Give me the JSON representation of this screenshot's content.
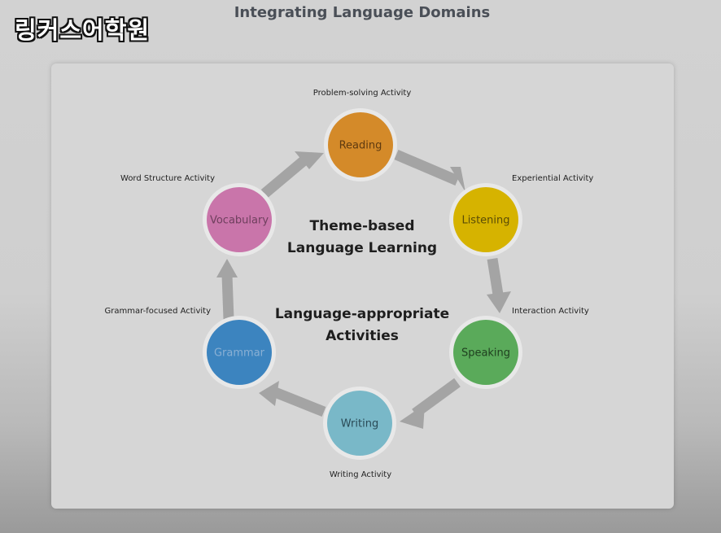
{
  "watermark": "링커스어학원",
  "title": "Integrating Language Domains",
  "center": {
    "line1": "Theme-based",
    "line2": "Language Learning",
    "line3": "Language-appropriate",
    "line4": "Activities"
  },
  "nodes": [
    {
      "label": "Reading",
      "activity": "Problem-solving Activity",
      "color": "#d48a29",
      "text_color": "#5e3a10"
    },
    {
      "label": "Listening",
      "activity": "Experiential Activity",
      "color": "#d6b300",
      "text_color": "#5a4c06"
    },
    {
      "label": "Speaking",
      "activity": "Interaction Activity",
      "color": "#5aaa5a",
      "text_color": "#1f3f1f"
    },
    {
      "label": "Writing",
      "activity": "Writing Activity",
      "color": "#79b8c8",
      "text_color": "#2a4a56"
    },
    {
      "label": "Grammar",
      "activity": "Grammar-focused Activity",
      "color": "#3c84bf",
      "text_color": "#8ab0d4"
    },
    {
      "label": "Vocabulary",
      "activity": "Word Structure Activity",
      "color": "#c975aa",
      "text_color": "#6e3f5d"
    }
  ],
  "colors": {
    "arrow": "#a4a4a4",
    "node_ring": "#e8e8e8"
  }
}
